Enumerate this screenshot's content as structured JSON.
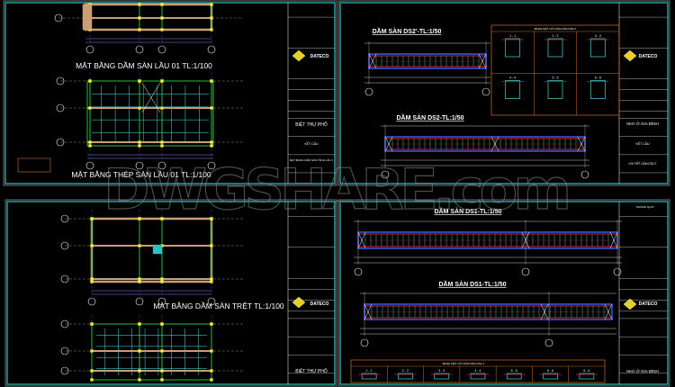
{
  "watermark": "DWGSHARE.com",
  "colors": {
    "background": "#000000",
    "frame": "#2ec4c4",
    "grid": "#3f5fff",
    "beam": "#c8a074",
    "rebar": "#e02020",
    "stirrup": "#40c0c0",
    "green": "#20c040",
    "table": "#d07030"
  },
  "sheets": [
    {
      "titles": [
        "MẶT BẰNG DẦM SÀN LẦU 01 TL:1/100",
        "MẶT BẰNG THÉP SÀN LẦU 01 TL:1/100"
      ],
      "title_block": {
        "company": "DATECO",
        "project": "BIỆT THỰ PHỐ",
        "category": "KẾT CẤU",
        "drawing": "MẶT BẰNG DẦM SÀN TẦNG LẦU 1"
      }
    },
    {
      "titles": [
        "DẦM SÀN DS2'-TL:1/50",
        "DẦM SÀN DS2-TL:1/50"
      ],
      "section_table": {
        "title": "BẢNG MẶT CẮT DẦM SÀN DS2-T",
        "sections": [
          "1 - 1",
          "2 - 2",
          "3 - 3",
          "4 - 4",
          "5 - 5",
          "6 - 6"
        ]
      },
      "title_block": {
        "company": "DATECO",
        "project": "NHÀ Ở GIA ĐÌNH",
        "category": "KẾT CẤU",
        "drawing": "CHI TIẾT DẦM DS2-T"
      }
    },
    {
      "titles": [
        "MẶT BẰNG DẦM SÀN TRỆT TL:1/100"
      ],
      "title_block": {
        "company": "DATECO",
        "project": "BIỆT THỰ PHỐ"
      }
    },
    {
      "titles": [
        "DẦM SÀN DS1-TL:1/50",
        "DẦM SÀN DS1-TL:1/50"
      ],
      "section_table": {
        "title": "BẢNG MẶT CẮT DẦM SÀN DS1-T",
        "sections": [
          "1 - 1",
          "2 - 2",
          "3 - 3",
          "4 - 4",
          "5 - 5",
          "6 - 6",
          "6 - 6"
        ]
      },
      "title_block": {
        "header": "PHÒNG QLDT",
        "company": "DATECO",
        "project": "NHÀ Ở GIA ĐÌNH"
      }
    }
  ]
}
